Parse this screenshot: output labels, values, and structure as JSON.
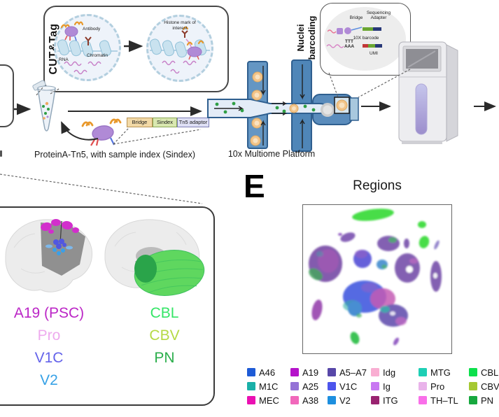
{
  "workflow": {
    "cuttag_label": "CUT&Tag",
    "left_nucleus": {
      "antibody_label": "Antibody",
      "chromatin_label": "Chromatin",
      "rna_label": "RNA"
    },
    "right_nucleus": {
      "histone_label_line1": "Histone mark of",
      "histone_label_line2": "interest"
    },
    "adaptor_box": {
      "bridge": "Bridge",
      "sindex": "Sindex",
      "tn5": "Tn5 adaptor"
    },
    "proteina_caption": "ProteinA-Tn5, with sample index (Sindex)",
    "platform_caption": "10x Multiome Platform",
    "nuclei_barcoding_label": "Nuclei barcoding",
    "callout": {
      "bridge": "Bridge",
      "sequencing_adapter": "Sequencing Adapter",
      "barcode_10x": "10X barcode",
      "ttt": "TTT",
      "aaa": "AAA",
      "umi": "UMI"
    }
  },
  "brain_panel": {
    "left_labels": [
      {
        "text": "A19 (PSC)",
        "color": "#bb26c6"
      },
      {
        "text": "Pro",
        "color": "#eeabee"
      },
      {
        "text": "V1C",
        "color": "#6463ea"
      },
      {
        "text": "V2",
        "color": "#36a1e6"
      }
    ],
    "right_labels": [
      {
        "text": "CBL",
        "color": "#35e567"
      },
      {
        "text": "CBV",
        "color": "#b5d944"
      },
      {
        "text": "PN",
        "color": "#2bae4b"
      }
    ]
  },
  "panel_e": {
    "panel_letter": "E",
    "title": "Regions",
    "legend": [
      {
        "label": "A46",
        "color": "#1e5bd6"
      },
      {
        "label": "M1C",
        "color": "#1ab0a8"
      },
      {
        "label": "MEC",
        "color": "#ea10b2"
      },
      {
        "label": "A19",
        "color": "#b513ca"
      },
      {
        "label": "A25",
        "color": "#9472d6"
      },
      {
        "label": "A38",
        "color": "#f168bb"
      },
      {
        "label": "A5–A7",
        "color": "#5747a8"
      },
      {
        "label": "V1C",
        "color": "#4d55ec"
      },
      {
        "label": "V2",
        "color": "#1d8fdf"
      },
      {
        "label": "Idg",
        "color": "#f9aed2"
      },
      {
        "label": "Ig",
        "color": "#c877f2"
      },
      {
        "label": "ITG",
        "color": "#992370"
      },
      {
        "label": "MTG",
        "color": "#1ecfb5"
      },
      {
        "label": "Pro",
        "color": "#e9b3ea"
      },
      {
        "label": "TH–TL",
        "color": "#f96fe9"
      },
      {
        "label": "CBL",
        "color": "#0ce04c"
      },
      {
        "label": "CBV",
        "color": "#a5c832"
      },
      {
        "label": "PN",
        "color": "#17a83e"
      }
    ]
  }
}
